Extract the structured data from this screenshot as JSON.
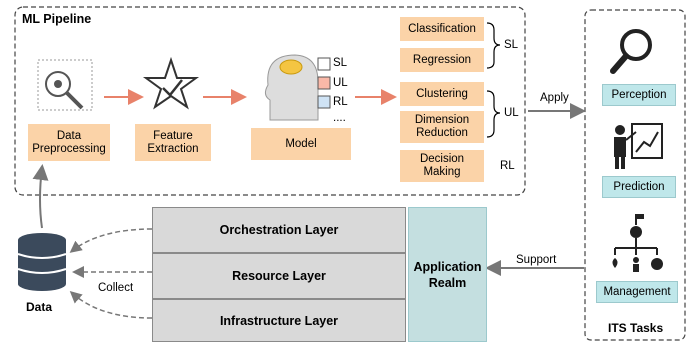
{
  "pipeline": {
    "title": "ML Pipeline",
    "steps": [
      "Data Preprocessing",
      "Feature Extraction",
      "Model"
    ],
    "model_tags": [
      "SL",
      "UL",
      "RL",
      "...."
    ]
  },
  "tasks_groups": {
    "items": [
      "Classification",
      "Regression",
      "Clustering",
      "Dimension Reduction",
      "Decision Making"
    ],
    "group_labels": [
      "SL",
      "UL",
      "RL"
    ]
  },
  "apply_label": "Apply",
  "its": {
    "title": "ITS Tasks",
    "tasks": [
      "Perception",
      "Prediction",
      "Management"
    ]
  },
  "layers": [
    "Orchestration Layer",
    "Resource Layer",
    "Infrastructure Layer"
  ],
  "application": {
    "line1": "Application",
    "line2": "Realm"
  },
  "support_label": "Support",
  "collect_label": "Collect",
  "data_label": "Data",
  "colors": {
    "orange": "#fbd3a8",
    "teal": "#bfe7ea",
    "arrow": "#e8826a",
    "gray": "#d9d9d9"
  }
}
